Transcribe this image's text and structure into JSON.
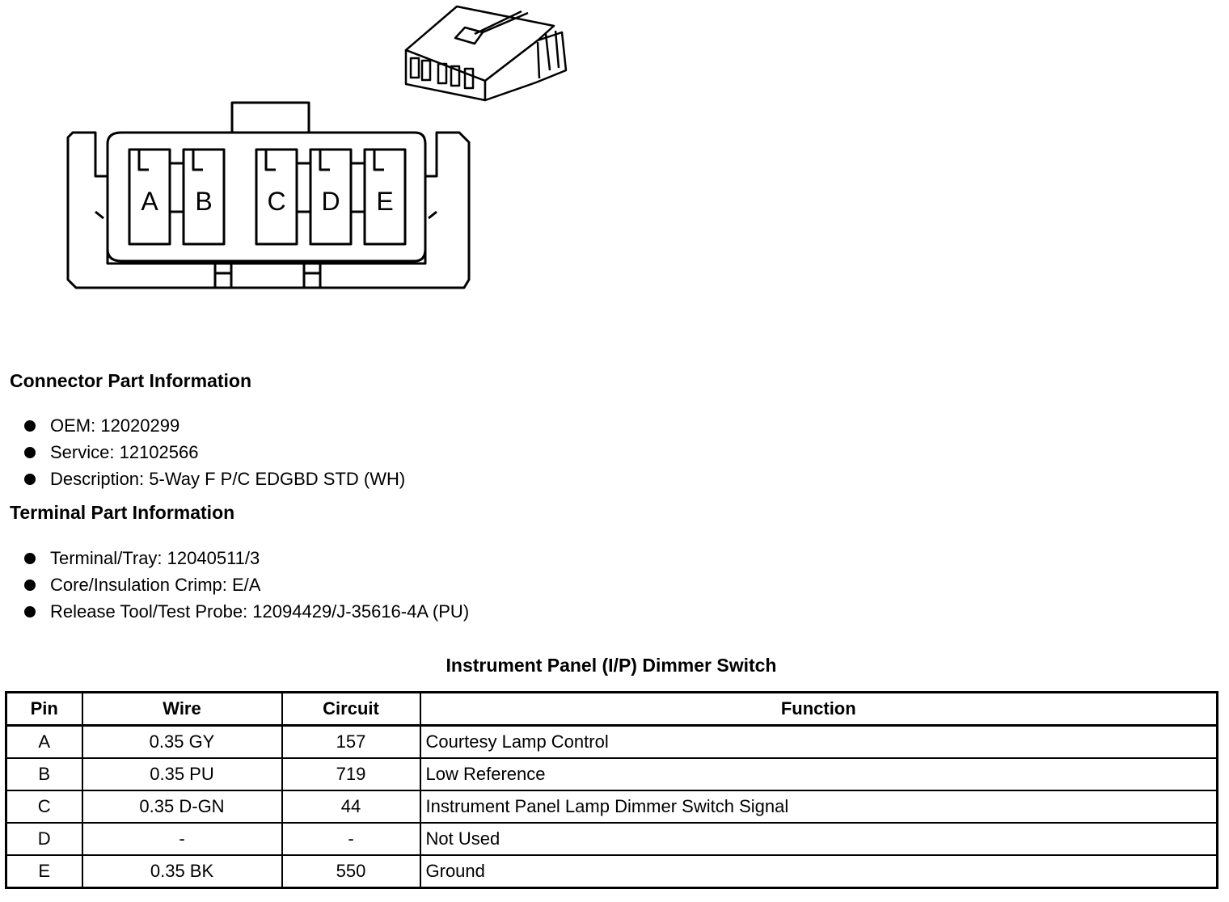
{
  "connector": {
    "pins": [
      "A",
      "B",
      "C",
      "D",
      "E"
    ]
  },
  "connector_part_info": {
    "heading": "Connector Part Information",
    "items": [
      "OEM: 12020299",
      "Service: 12102566",
      "Description: 5-Way F P/C EDGBD STD (WH)"
    ]
  },
  "terminal_part_info": {
    "heading": "Terminal Part Information",
    "items": [
      "Terminal/Tray: 12040511/3",
      "Core/Insulation Crimp: E/A",
      "Release Tool/Test Probe: 12094429/J-35616-4A (PU)"
    ]
  },
  "table": {
    "title": "Instrument Panel (I/P) Dimmer Switch",
    "headers": [
      "Pin",
      "Wire",
      "Circuit",
      "Function"
    ],
    "rows": [
      [
        "A",
        "0.35 GY",
        "157",
        "Courtesy Lamp Control"
      ],
      [
        "B",
        "0.35 PU",
        "719",
        "Low Reference"
      ],
      [
        "C",
        "0.35 D-GN",
        "44",
        "Instrument Panel Lamp Dimmer Switch Signal"
      ],
      [
        "D",
        "-",
        "-",
        "Not Used"
      ],
      [
        "E",
        "0.35 BK",
        "550",
        "Ground"
      ]
    ]
  }
}
